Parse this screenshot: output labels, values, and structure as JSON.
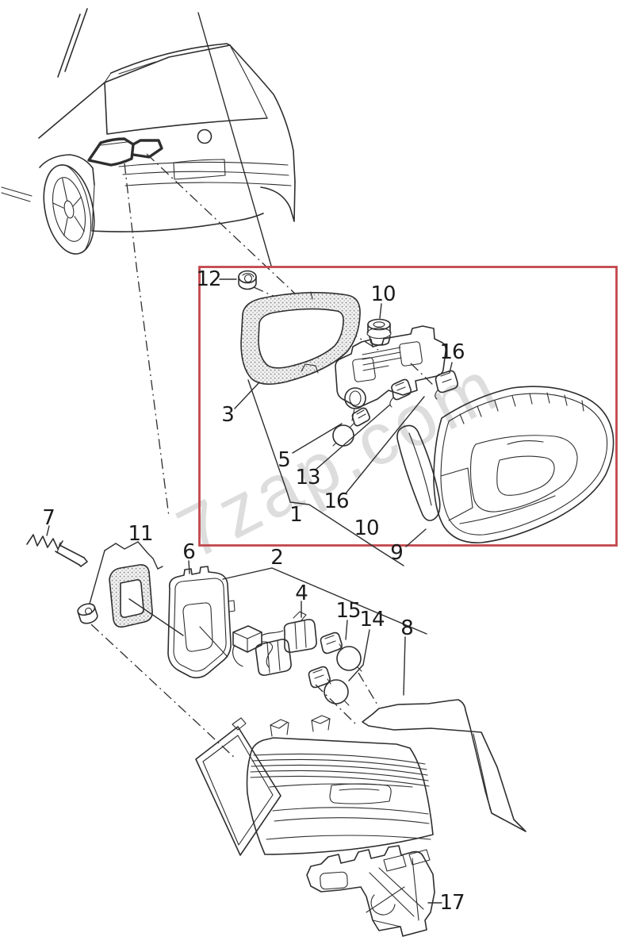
{
  "diagram": {
    "watermark": "7zap.com",
    "highlight_box_color": "#c2474d",
    "line_color": "#2e2e2e",
    "background_color": "#ffffff",
    "callouts": [
      {
        "number": "12"
      },
      {
        "number": "10"
      },
      {
        "number": "16"
      },
      {
        "number": "3"
      },
      {
        "number": "5"
      },
      {
        "number": "13"
      },
      {
        "number": "16"
      },
      {
        "number": "1"
      },
      {
        "number": "10"
      },
      {
        "number": "9"
      },
      {
        "number": "7"
      },
      {
        "number": "11"
      },
      {
        "number": "6"
      },
      {
        "number": "2"
      },
      {
        "number": "4"
      },
      {
        "number": "15"
      },
      {
        "number": "14"
      },
      {
        "number": "8"
      },
      {
        "number": "17"
      }
    ]
  }
}
